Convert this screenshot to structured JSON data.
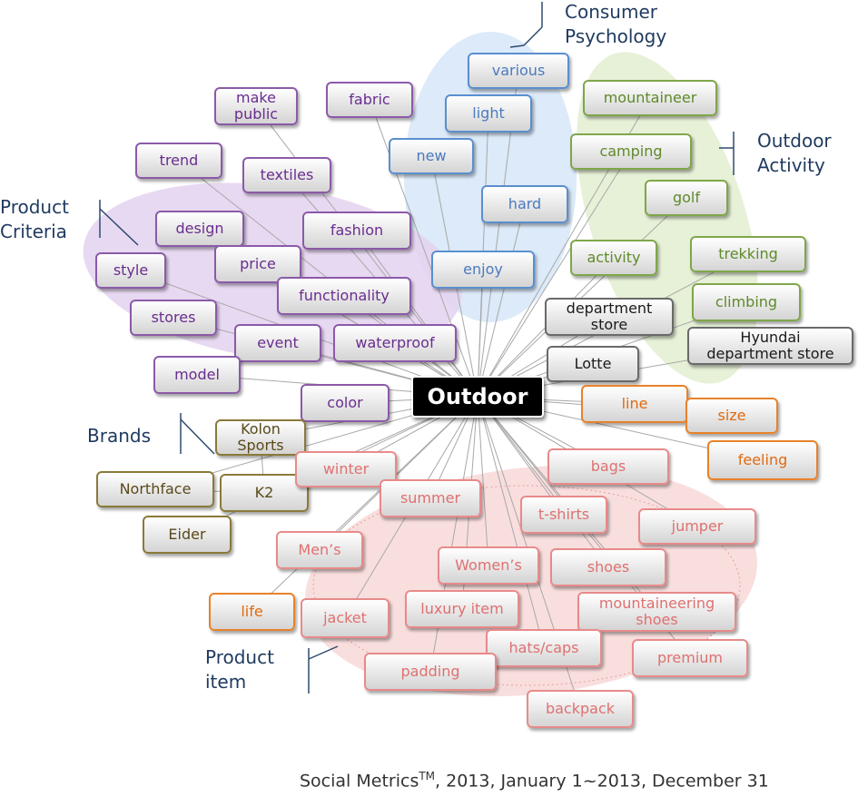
{
  "diagram": {
    "center": {
      "label": "Outdoor"
    },
    "palette": {
      "purple": {
        "border": "#8b5aa8",
        "fill": "#e4d2f0",
        "text": "#6a2d8f"
      },
      "blue": {
        "border": "#5a8fcf",
        "fill": "#d6e6f8",
        "text": "#4a7bbf"
      },
      "green": {
        "border": "#7fa64a",
        "fill": "#e2efd0",
        "text": "#5f8a2a"
      },
      "gray": {
        "border": "#6a6a6a",
        "fill": "#e8e8e8",
        "text": "#1a1a1a"
      },
      "orange": {
        "border": "#e8822a",
        "fill": "#fbe3cf",
        "text": "#e06a10"
      },
      "pink": {
        "border": "#e88a8a",
        "fill": "#f8d8d8",
        "text": "#e07070"
      },
      "olive": {
        "border": "#8a7a3a",
        "fill": "#ece6cc",
        "text": "#5a4a1a"
      }
    },
    "categories": [
      {
        "id": "consumer-psychology",
        "text": "Consumer\nPsychology",
        "color": "blue"
      },
      {
        "id": "outdoor-activity",
        "text": "Outdoor\nActivity",
        "color": "green"
      },
      {
        "id": "product-criteria",
        "text": "Product\nCriteria",
        "color": "purple"
      },
      {
        "id": "brands",
        "text": "Brands",
        "color": "olive"
      },
      {
        "id": "product-item",
        "text": "Product\nitem",
        "color": "pink"
      }
    ],
    "nodes": [
      {
        "id": "various",
        "text": "various",
        "color": "blue"
      },
      {
        "id": "light",
        "text": "light",
        "color": "blue"
      },
      {
        "id": "new",
        "text": "new",
        "color": "blue"
      },
      {
        "id": "hard",
        "text": "hard",
        "color": "blue"
      },
      {
        "id": "enjoy",
        "text": "enjoy",
        "color": "blue"
      },
      {
        "id": "mountaineer",
        "text": "mountaineer",
        "color": "green"
      },
      {
        "id": "camping",
        "text": "camping",
        "color": "green"
      },
      {
        "id": "golf",
        "text": "golf",
        "color": "green"
      },
      {
        "id": "activity",
        "text": "activity",
        "color": "green"
      },
      {
        "id": "trekking",
        "text": "trekking",
        "color": "green"
      },
      {
        "id": "climbing",
        "text": "climbing",
        "color": "green"
      },
      {
        "id": "department-store",
        "text": "department\nstore",
        "color": "gray"
      },
      {
        "id": "hyundai-department-store",
        "text": "Hyundai\ndepartment store",
        "color": "gray"
      },
      {
        "id": "lotte",
        "text": "Lotte",
        "color": "gray"
      },
      {
        "id": "make-public",
        "text": "make\npublic",
        "color": "purple"
      },
      {
        "id": "fabric",
        "text": "fabric",
        "color": "purple"
      },
      {
        "id": "trend",
        "text": "trend",
        "color": "purple"
      },
      {
        "id": "textiles",
        "text": "textiles",
        "color": "purple"
      },
      {
        "id": "design",
        "text": "design",
        "color": "purple"
      },
      {
        "id": "fashion",
        "text": "fashion",
        "color": "purple"
      },
      {
        "id": "style",
        "text": "style",
        "color": "purple"
      },
      {
        "id": "price",
        "text": "price",
        "color": "purple"
      },
      {
        "id": "functionality",
        "text": "functionality",
        "color": "purple"
      },
      {
        "id": "stores",
        "text": "stores",
        "color": "purple"
      },
      {
        "id": "event",
        "text": "event",
        "color": "purple"
      },
      {
        "id": "waterproof",
        "text": "waterproof",
        "color": "purple"
      },
      {
        "id": "model",
        "text": "model",
        "color": "purple"
      },
      {
        "id": "color",
        "text": "color",
        "color": "purple"
      },
      {
        "id": "line",
        "text": "line",
        "color": "orange"
      },
      {
        "id": "size",
        "text": "size",
        "color": "orange"
      },
      {
        "id": "feeling",
        "text": "feeling",
        "color": "orange"
      },
      {
        "id": "life",
        "text": "life",
        "color": "orange"
      },
      {
        "id": "kolon-sports",
        "text": "Kolon\nSports",
        "color": "olive"
      },
      {
        "id": "northface",
        "text": "Northface",
        "color": "olive"
      },
      {
        "id": "k2",
        "text": "K2",
        "color": "olive"
      },
      {
        "id": "eider",
        "text": "Eider",
        "color": "olive"
      },
      {
        "id": "winter",
        "text": "winter",
        "color": "pink"
      },
      {
        "id": "summer",
        "text": "summer",
        "color": "pink"
      },
      {
        "id": "bags",
        "text": "bags",
        "color": "pink"
      },
      {
        "id": "t-shirts",
        "text": "t-shirts",
        "color": "pink"
      },
      {
        "id": "jumper",
        "text": "jumper",
        "color": "pink"
      },
      {
        "id": "mens",
        "text": "Men’s",
        "color": "pink"
      },
      {
        "id": "womens",
        "text": "Women’s",
        "color": "pink"
      },
      {
        "id": "shoes",
        "text": "shoes",
        "color": "pink"
      },
      {
        "id": "jacket",
        "text": "jacket",
        "color": "pink"
      },
      {
        "id": "luxury-item",
        "text": "luxury item",
        "color": "pink"
      },
      {
        "id": "mountaineering-shoes",
        "text": "mountaineering\nshoes",
        "color": "pink"
      },
      {
        "id": "hats-caps",
        "text": "hats/caps",
        "color": "pink"
      },
      {
        "id": "premium",
        "text": "premium",
        "color": "pink"
      },
      {
        "id": "padding",
        "text": "padding",
        "color": "pink"
      },
      {
        "id": "backpack",
        "text": "backpack",
        "color": "pink"
      }
    ]
  },
  "footer": {
    "source": "Social Metrics",
    "trademark": "TM",
    "period": ", 2013, January 1~2013, December 31"
  }
}
